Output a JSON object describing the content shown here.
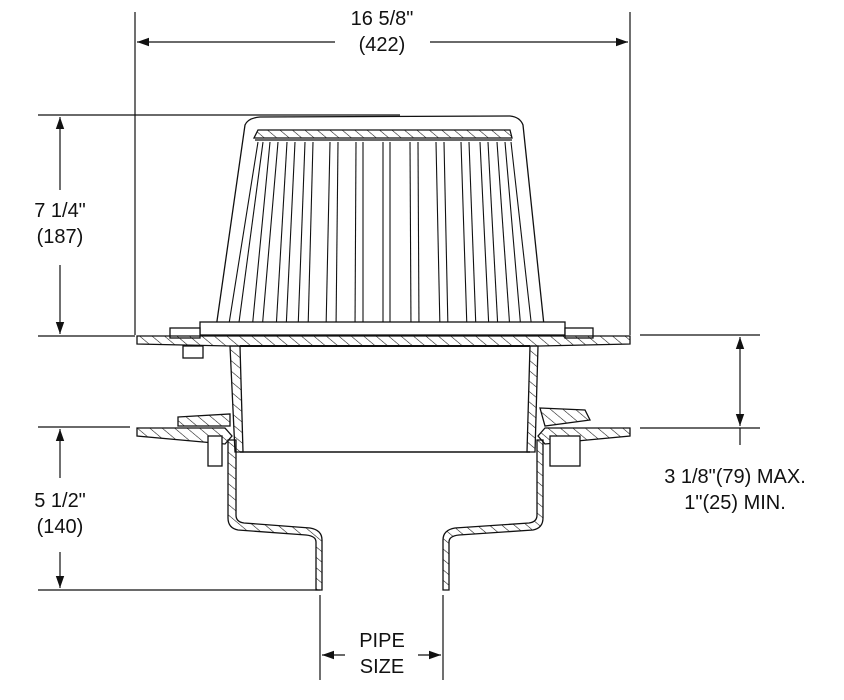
{
  "diagram": {
    "subject": "Roof drain with dome strainer — side section view",
    "dimensions": {
      "overall_width": {
        "imperial": "16 5/8\"",
        "metric": "(422)"
      },
      "dome_height": {
        "imperial": "7 1/4\"",
        "metric": "(187)"
      },
      "body_depth": {
        "imperial": "5 1/2\"",
        "metric": "(140)"
      },
      "deck_clamp_range": {
        "max": "3 1/8\"(79) MAX.",
        "min": "1\"(25) MIN."
      },
      "outlet": {
        "line1": "PIPE",
        "line2": "SIZE"
      }
    },
    "colors": {
      "line": "#111111",
      "background": "#ffffff"
    }
  }
}
